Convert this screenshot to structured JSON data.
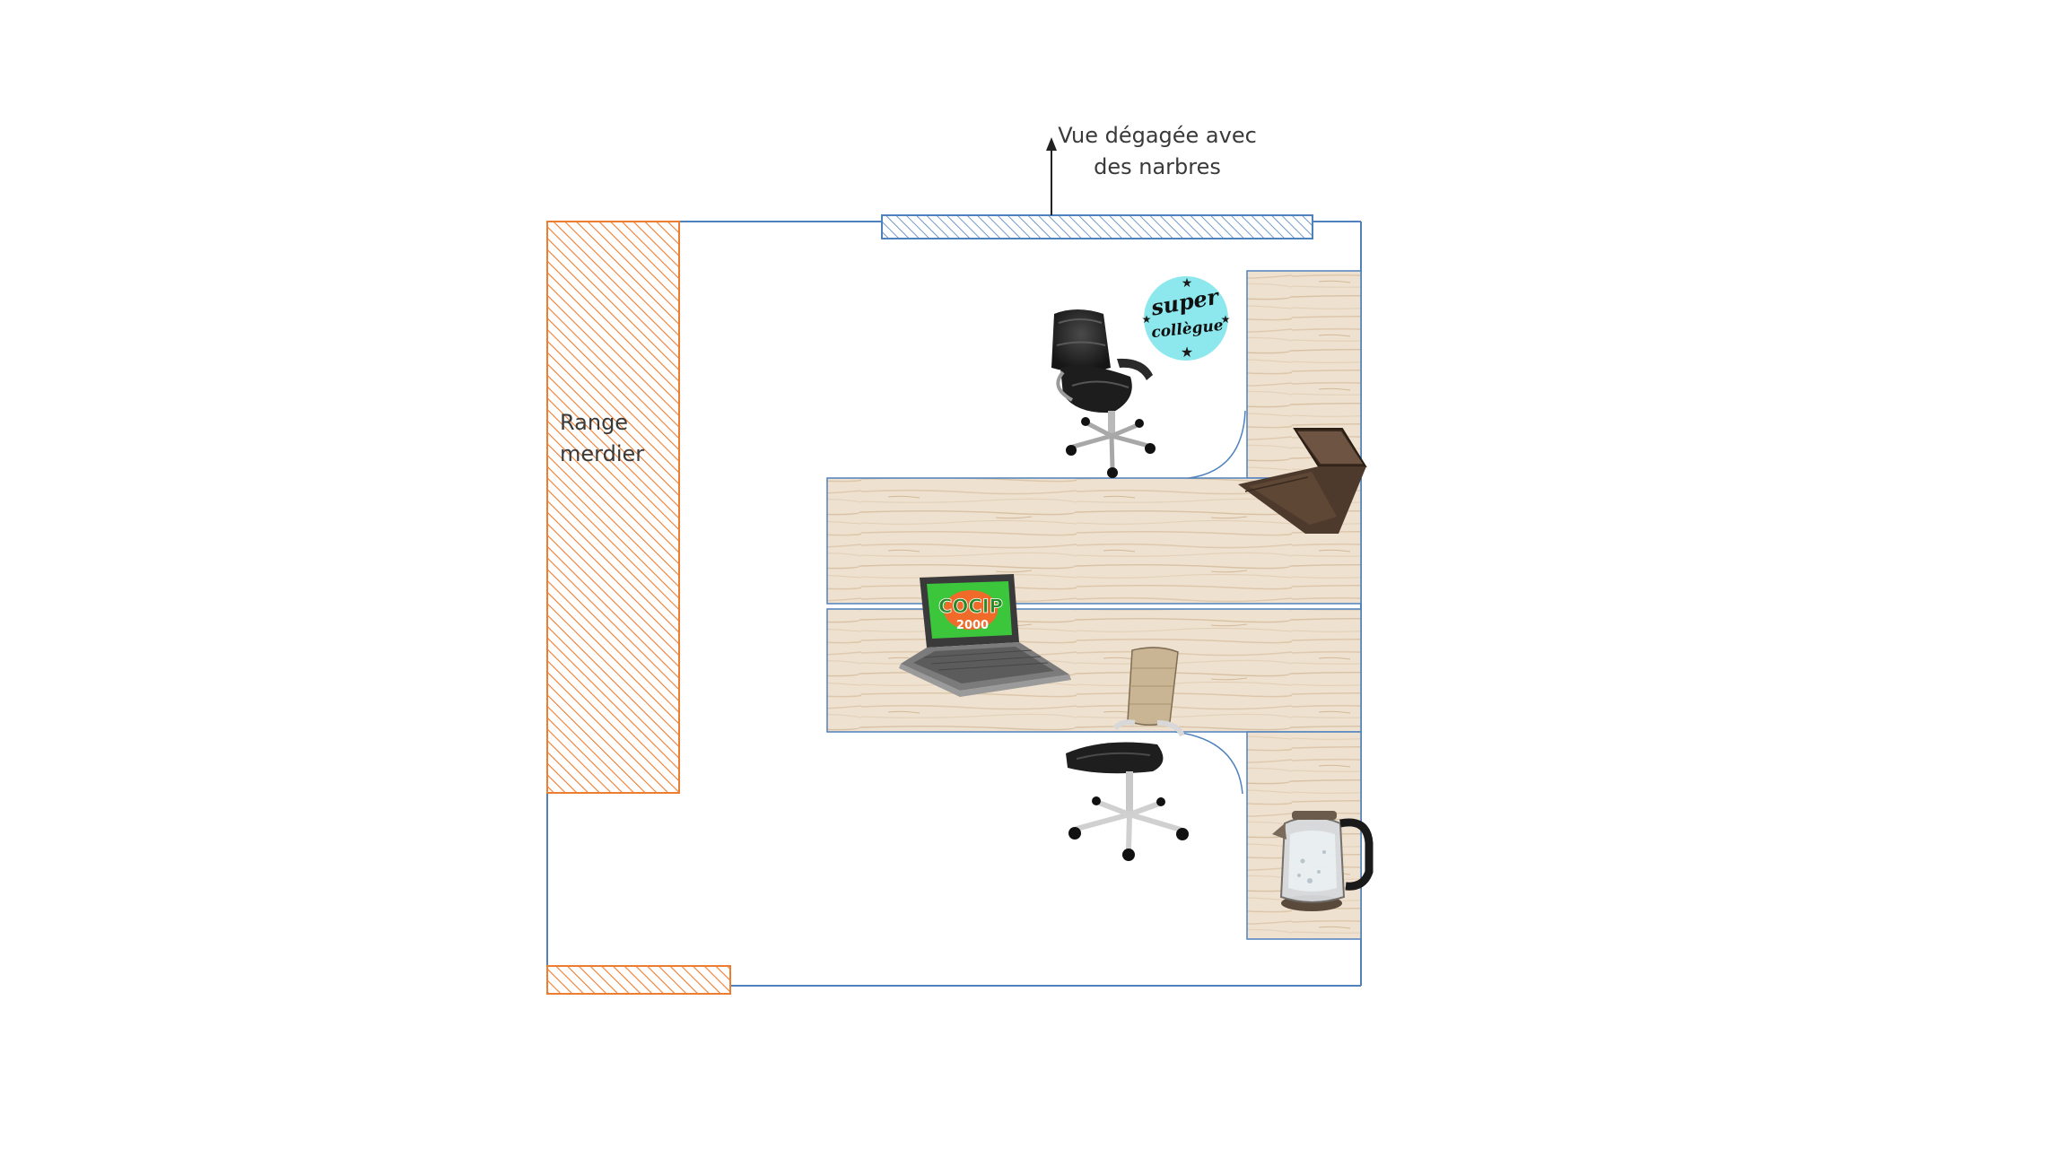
{
  "annotations": {
    "window_view": [
      "Vue dégagée avec",
      "des narbres"
    ],
    "storage_unit": [
      "Range",
      "merdier"
    ]
  },
  "sticker": {
    "line1": "super",
    "line2": "collègue"
  },
  "screen_logo": {
    "line1": "COCIP",
    "line2": "2000"
  },
  "colors": {
    "wall": "#4f81bd",
    "window_hatch": "#4f81bd",
    "storage_hatch": "#ed7d31",
    "wood_light": "#efe1cf",
    "wood_grain": "#d9c4a8",
    "sticker_bg": "#8de8ee",
    "screen_green": "#3cc63c"
  }
}
